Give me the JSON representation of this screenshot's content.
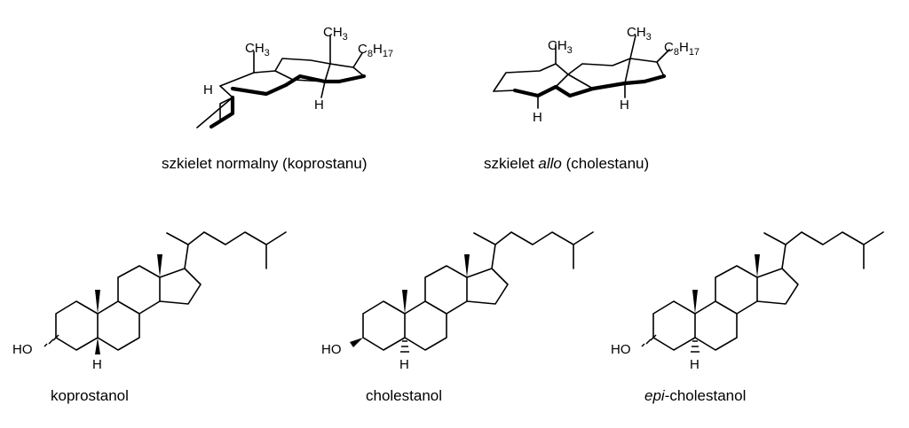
{
  "labels": {
    "ch3": "CH",
    "ch3_sub": "3",
    "c8h17_c": "C",
    "c8h17_8": "8",
    "c8h17_h": "H",
    "c8h17_17": "17",
    "h": "H",
    "ho": "HO"
  },
  "captions": {
    "normal_skeleton": "szkielet normalny (koprostanu)",
    "allo_prefix": "szkielet ",
    "allo_italic": "allo",
    "allo_suffix": " (cholestanu)",
    "koprostanol": "koprostanol",
    "cholestanol": "cholestanol",
    "epi_italic": "epi",
    "epi_suffix": "-cholestanol"
  }
}
